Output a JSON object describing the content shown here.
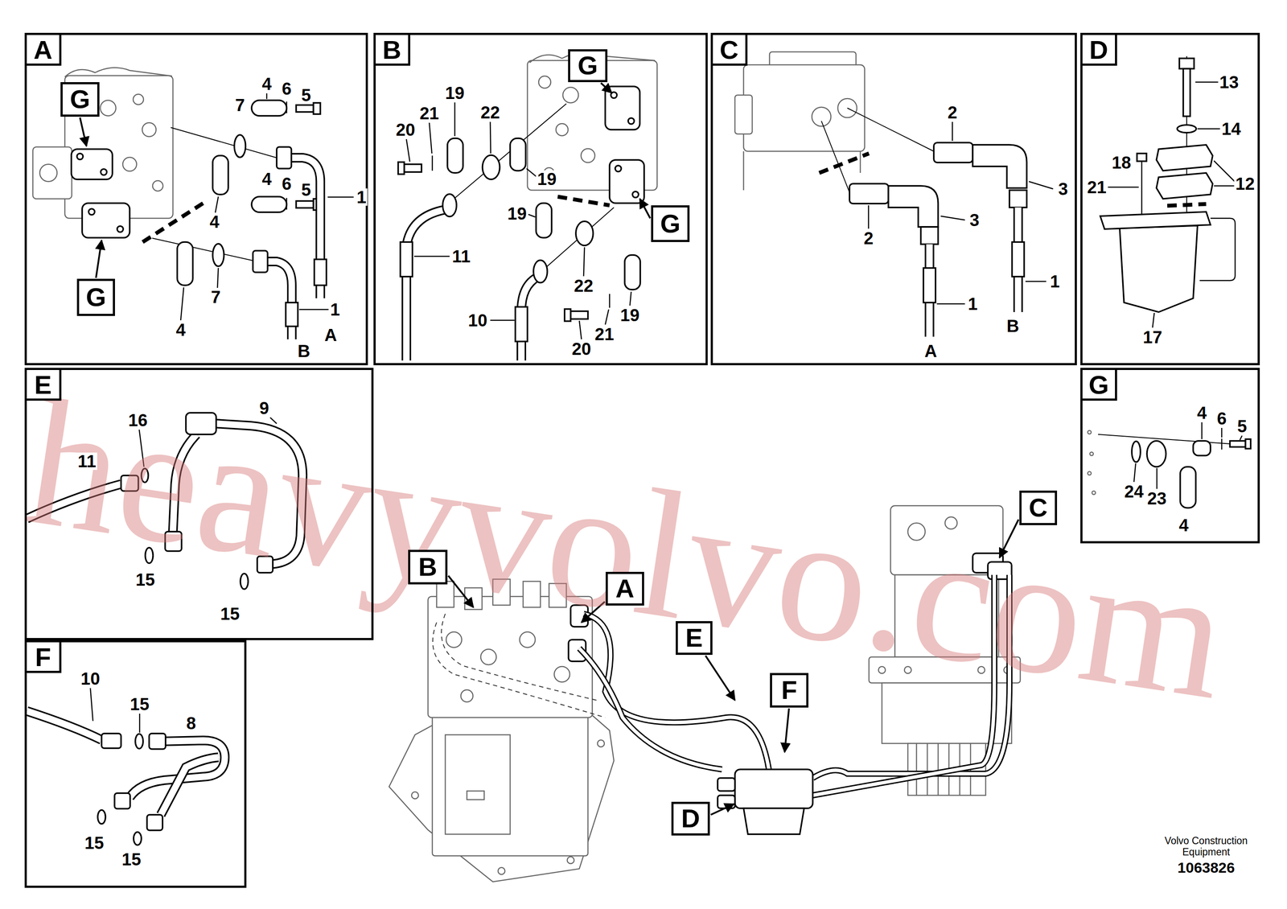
{
  "diagram": {
    "nodes": [
      {
        "text": [
          "A"
        ]
      },
      {
        "text": [
          "G"
        ],
        "in": 0
      },
      {
        "text": [
          "G"
        ],
        "in": 0
      },
      {
        "text": [
          "B"
        ]
      },
      {
        "text": [
          "G"
        ],
        "in": 3
      },
      {
        "text": [
          "G"
        ],
        "in": 3
      },
      {
        "text": [
          "C"
        ]
      },
      {
        "text": [
          "D"
        ]
      },
      {
        "text": [
          "E"
        ]
      },
      {
        "text": [
          "G"
        ]
      },
      {
        "text": [
          "B"
        ]
      },
      {
        "text": [
          "A"
        ]
      },
      {
        "text": [
          "C"
        ]
      },
      {
        "text": [
          "E"
        ]
      },
      {
        "text": [
          "F"
        ]
      },
      {
        "text": [
          "D"
        ]
      },
      {
        "text": [
          "F"
        ]
      }
    ],
    "labels": [
      "4",
      "6",
      "5",
      "7",
      "4",
      "6",
      "5",
      "1",
      "4",
      "7",
      "1",
      "4",
      "A",
      "B",
      "19",
      "21",
      "22",
      "20",
      "19",
      "19",
      "11",
      "22",
      "10",
      "19",
      "21",
      "20",
      "2",
      "3",
      "3",
      "2",
      "1",
      "1",
      "B",
      "A",
      "13",
      "14",
      "18",
      "21",
      "12",
      "17",
      "16",
      "9",
      "11",
      "15",
      "15",
      "10",
      "15",
      "8",
      "15",
      "15",
      "4",
      "6",
      "5",
      "24",
      "23",
      "4",
      "Volvo Construction Equipment",
      "1063826",
      "heavyvolvo.com"
    ]
  }
}
